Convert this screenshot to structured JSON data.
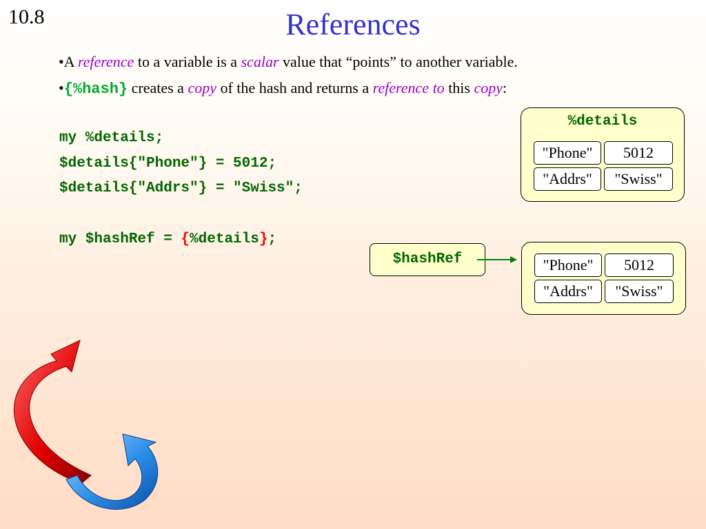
{
  "slide": {
    "number": "10.8",
    "title": "References"
  },
  "bullets": {
    "b1": {
      "prefix": "•A ",
      "term1": "reference",
      "mid1": " to a variable is a ",
      "term2": "scalar",
      "mid2": " value that ",
      "quote_open": "“",
      "word": "points",
      "quote_close": "”",
      "suffix": " to another variable."
    },
    "b2": {
      "prefix": "•",
      "code": "{%hash}",
      "mid1": " creates a ",
      "term1": "copy",
      "mid2": " of the hash and returns a ",
      "term2": "reference to",
      "mid3": " this ",
      "term3": "copy",
      "suffix": ":"
    }
  },
  "code": {
    "line1": "my %details;",
    "line2": "$details{\"Phone\"} = 5012;",
    "line3": "$details{\"Addrs\"} = \"Swiss\";",
    "line4_prefix": "my $hashRef = ",
    "line4_open": "{",
    "line4_mid": "%details",
    "line4_close": "}",
    "line4_end": ";"
  },
  "details_box": {
    "title": "%details",
    "rows": [
      {
        "key": "\"Phone\"",
        "value": "5012"
      },
      {
        "key": "\"Addrs\"",
        "value": "\"Swiss\""
      }
    ]
  },
  "hashref": {
    "label": "$hashRef",
    "rows": [
      {
        "key": "\"Phone\"",
        "value": "5012"
      },
      {
        "key": "\"Addrs\"",
        "value": "\"Swiss\""
      }
    ]
  },
  "colors": {
    "title": "#3333cc",
    "emphasis": "#9900cc",
    "code": "#006600",
    "highlight": "#ff0000",
    "box_fill": "#ffffcc",
    "arrow": "#008000"
  },
  "icons": [
    "red-curved-arrow-icon",
    "blue-curved-arrow-icon"
  ]
}
